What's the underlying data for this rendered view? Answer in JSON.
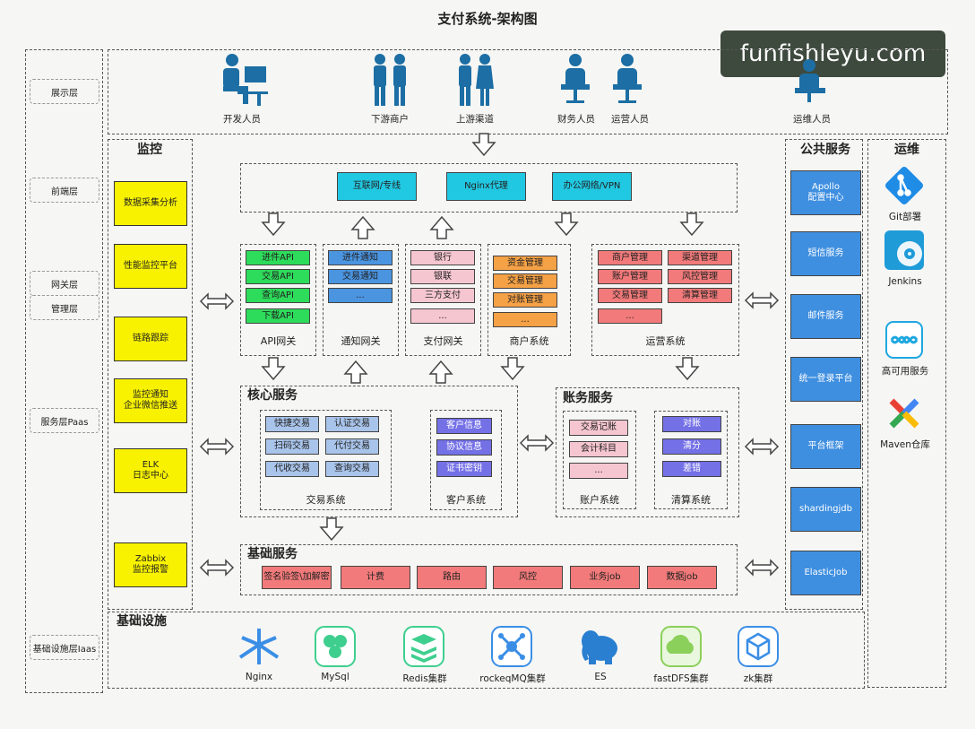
{
  "title": "支付系统-架构图",
  "watermark": "funfishleyu.com",
  "layers": [
    "展示层",
    "前端层",
    "网关层",
    "管理层",
    "服务层Paas",
    "基础设施层Iaas"
  ],
  "personas": [
    "开发人员",
    "下游商户",
    "上游渠道",
    "财务人员",
    "运营人员",
    "运维人员"
  ],
  "monitor": {
    "title": "监控",
    "items": [
      "数据采集分析",
      "性能监控平台",
      "链路跟踪",
      "监控通知\n企业微信推送",
      "ELK\n日志中心",
      "Zabbix\n监控报警"
    ]
  },
  "frontend": [
    "互联网/专线",
    "Nginx代理",
    "办公网络/VPN"
  ],
  "gateways": {
    "api": {
      "items": [
        "进件API",
        "交易API",
        "查询API",
        "下载API"
      ],
      "caption": "API网关"
    },
    "notify": {
      "items": [
        "进件通知",
        "交易通知",
        "..."
      ],
      "caption": "通知网关"
    },
    "pay": {
      "items": [
        "银行",
        "银联",
        "三方支付",
        "..."
      ],
      "caption": "支付网关"
    },
    "merchant": {
      "items": [
        "资金管理",
        "交易管理",
        "对账管理",
        "..."
      ],
      "caption": "商户系统"
    },
    "ops": {
      "items": [
        "商户管理",
        "渠道管理",
        "账户管理",
        "风控管理",
        "交易管理",
        "清算管理",
        "..."
      ],
      "caption": "运营系统"
    }
  },
  "core": {
    "title": "核心服务",
    "trade": {
      "items": [
        "快捷交易",
        "认证交易",
        "扫码交易",
        "代付交易",
        "代收交易",
        "查询交易"
      ],
      "caption": "交易系统"
    },
    "customer": {
      "items": [
        "客户信息",
        "协议信息",
        "证书密钥"
      ],
      "caption": "客户系统"
    }
  },
  "accounting": {
    "title": "账务服务",
    "account": {
      "items": [
        "交易记账",
        "会计科目",
        "..."
      ],
      "caption": "账户系统"
    },
    "clearing": {
      "items": [
        "对账",
        "清分",
        "差错"
      ],
      "caption": "清算系统"
    }
  },
  "base": {
    "title": "基础服务",
    "items": [
      "签名验签\\加解密",
      "计费",
      "路由",
      "风控",
      "业务job",
      "数据job"
    ]
  },
  "public": {
    "title": "公共服务",
    "items": [
      "Apollo\n配置中心",
      "短信服务",
      "邮件服务",
      "统一登录平台",
      "平台框架",
      "shardingjdb",
      "ElasticJob"
    ]
  },
  "devops": {
    "title": "运维",
    "items": [
      {
        "label": "Git部署",
        "icon": "git-icon",
        "color": "#1f8ce6"
      },
      {
        "label": "Jenkins",
        "icon": "jenkins-icon",
        "color": "#1f9bd8"
      },
      {
        "label": "高可用服务",
        "icon": "ha-service-icon",
        "color": "#1fa7e0"
      },
      {
        "label": "Maven仓库",
        "icon": "maven-icon",
        "color": "#e94235"
      }
    ]
  },
  "infra": {
    "title": "基础设施",
    "items": [
      {
        "label": "Nginx",
        "icon": "nginx-icon",
        "color": "#3a8ee6"
      },
      {
        "label": "MySql",
        "icon": "mysql-icon",
        "color": "#3ecf8e"
      },
      {
        "label": "Redis集群",
        "icon": "redis-icon",
        "color": "#3ecf8e"
      },
      {
        "label": "rockeqMQ集群",
        "icon": "rocketmq-icon",
        "color": "#3a8ee6"
      },
      {
        "label": "ES",
        "icon": "elasticsearch-icon",
        "color": "#2a7fd0"
      },
      {
        "label": "fastDFS集群",
        "icon": "fastdfs-icon",
        "color": "#8bd05a"
      },
      {
        "label": "zk集群",
        "icon": "zookeeper-icon",
        "color": "#3a8ee6"
      }
    ]
  }
}
